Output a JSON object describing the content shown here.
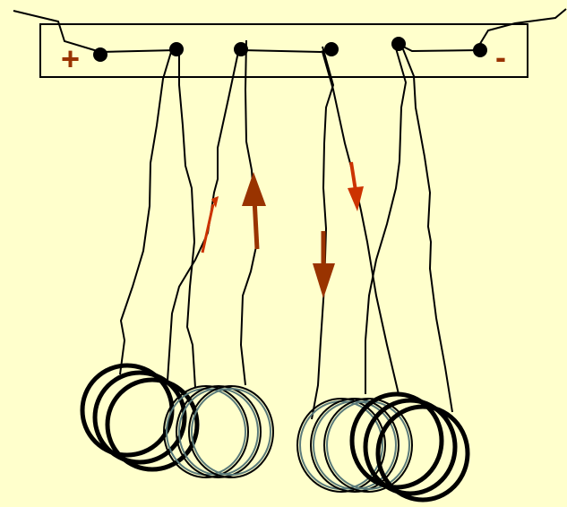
{
  "terminals": {
    "positive": "+",
    "negative": "-"
  },
  "colors": {
    "background": "#ffffcc",
    "wire": "#000000",
    "arrow_dark": "#993300",
    "arrow_bright": "#cc3300",
    "sign": "#993300"
  },
  "coils": [
    {
      "name": "coil-1",
      "style": "thick-black"
    },
    {
      "name": "coil-2",
      "style": "double-line"
    },
    {
      "name": "coil-3",
      "style": "double-line"
    },
    {
      "name": "coil-4",
      "style": "thick-black"
    }
  ],
  "current_arrows": [
    {
      "name": "arrow-1",
      "direction": "up"
    },
    {
      "name": "arrow-2",
      "direction": "up"
    },
    {
      "name": "arrow-3",
      "direction": "down"
    },
    {
      "name": "arrow-4",
      "direction": "down"
    }
  ]
}
